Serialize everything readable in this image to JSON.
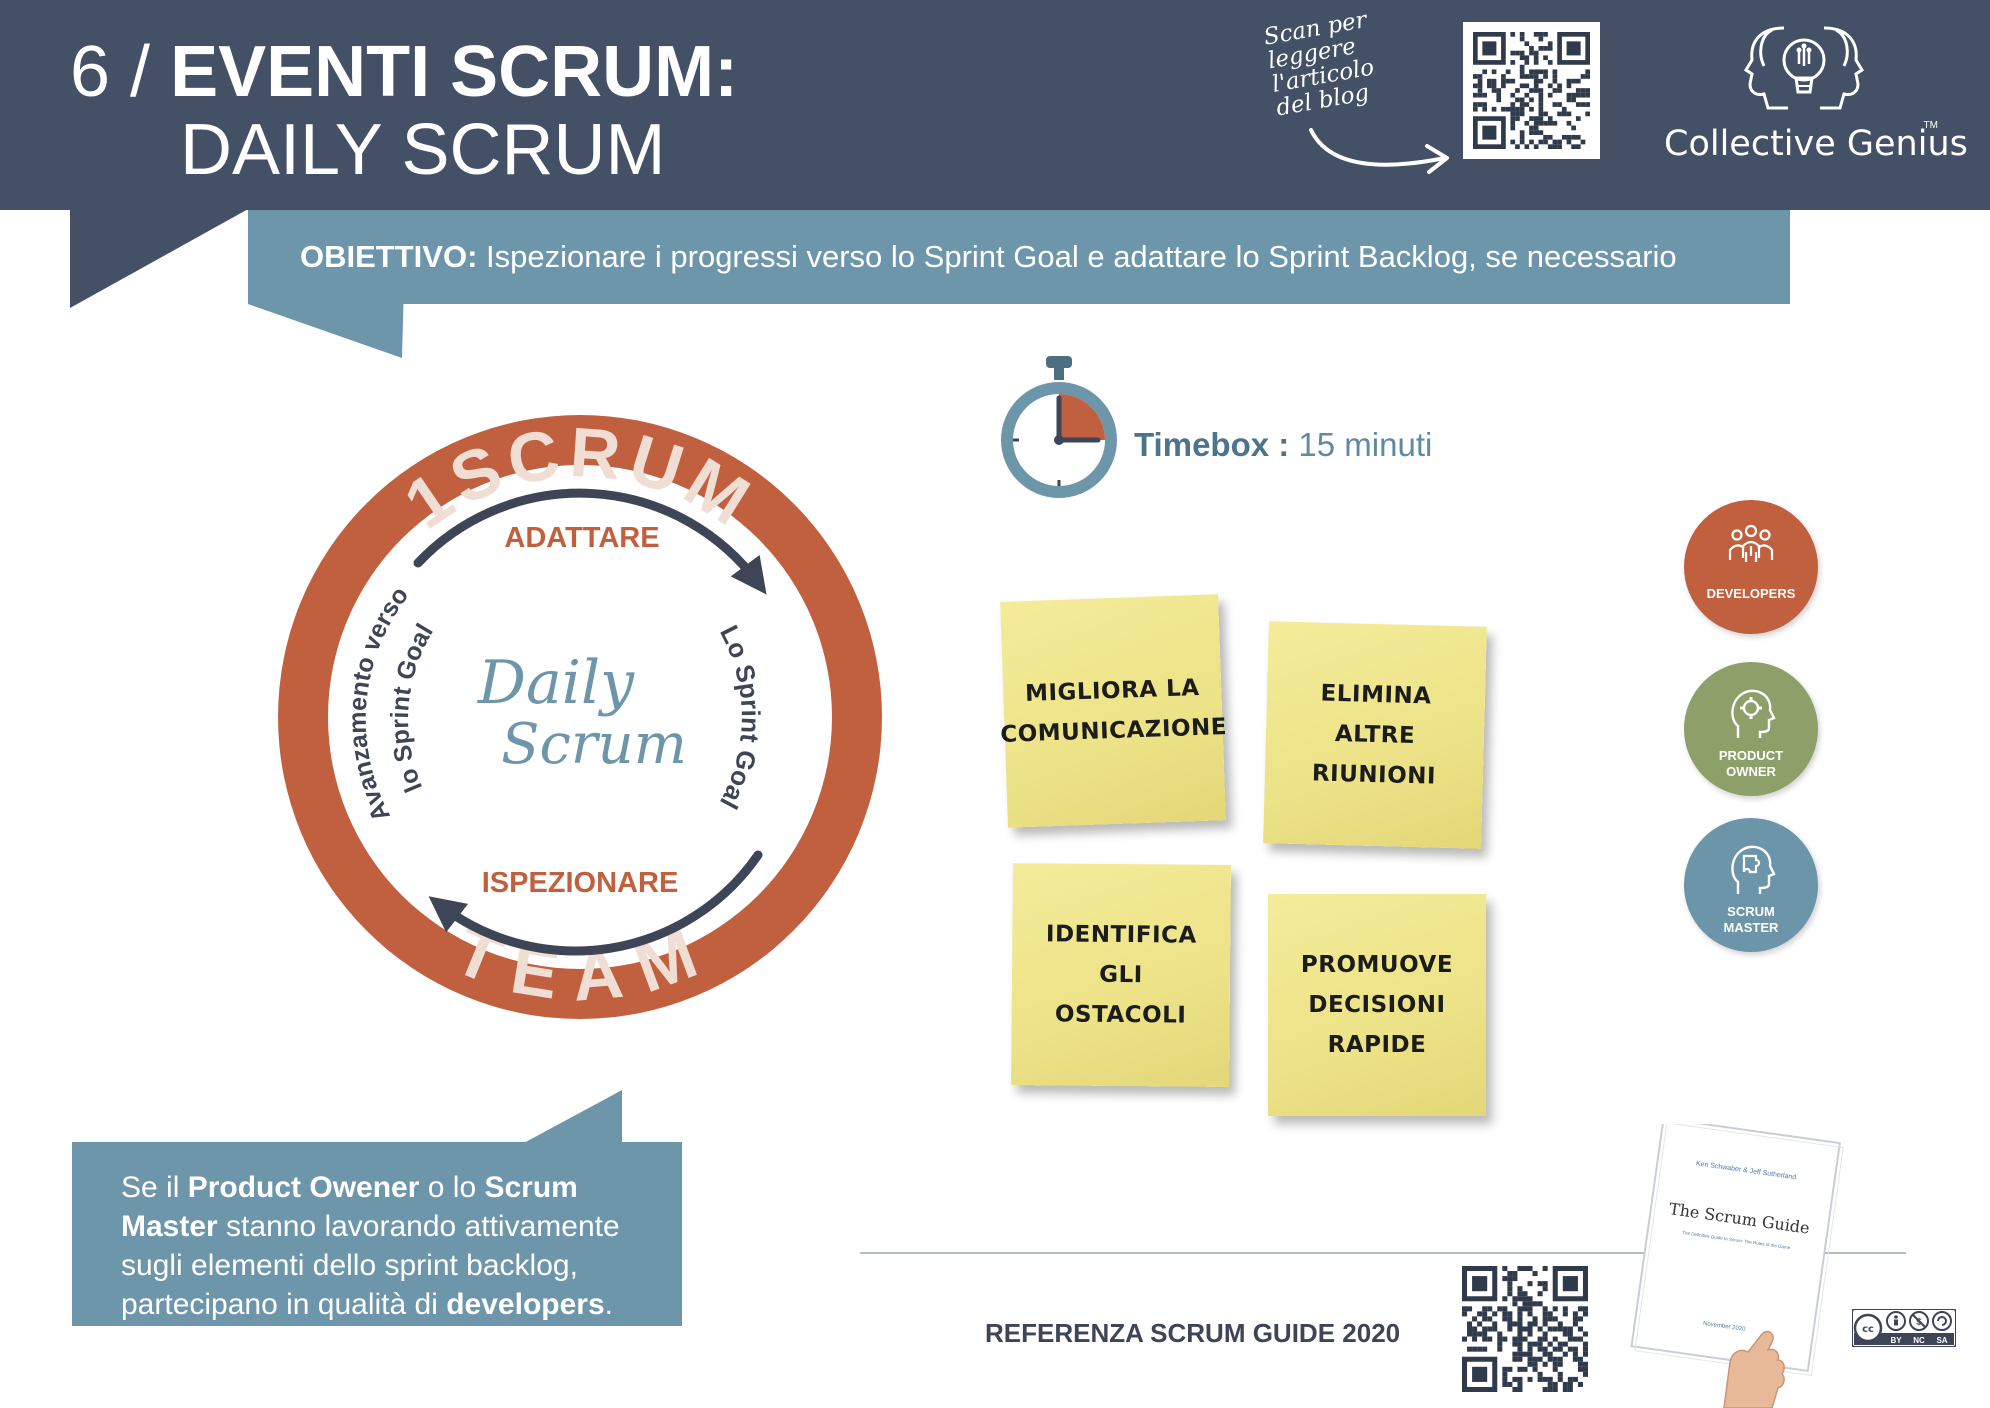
{
  "header": {
    "number": "6 /",
    "title_bold": "EVENTI SCRUM:",
    "title_sub": "DAILY SCRUM",
    "scan_text": [
      "Scan per",
      "leggere",
      "l'articolo",
      "del blog"
    ],
    "logo_text": "Collective Genius",
    "logo_tm": "TM"
  },
  "objective": {
    "label": "OBIETTIVO:",
    "text": " Ispezionare i progressi verso lo Sprint Goal e adattare lo Sprint Backlog, se necessario"
  },
  "cycle": {
    "ring_top": "1SCRUM",
    "ring_bottom": "TEAM",
    "adapt": "ADATTARE",
    "inspect": "ISPEZIONARE",
    "right_arc": "Lo Sprint Goal",
    "left_arc_outer": "Avanzamento verso",
    "left_arc_inner": "lo Sprint Goal",
    "center_line1": "Daily",
    "center_line2": "Scrum"
  },
  "timebox": {
    "label": "Timebox :",
    "value": " 15 minuti"
  },
  "notes": [
    {
      "line1": "MIGLIORA LA",
      "line2": "COMUNICAZIONE"
    },
    {
      "line1": "ELIMINA",
      "line2": "ALTRE RIUNIONI"
    },
    {
      "line1": "IDENTIFICA GLI",
      "line2": "OSTACOLI"
    },
    {
      "line1": "PROMUOVE",
      "line2": "DECISIONI RAPIDE"
    }
  ],
  "roles": {
    "developers": "DEVELOPERS",
    "product_owner_1": "PRODUCT",
    "product_owner_2": "OWNER",
    "scrum_master_1": "SCRUM",
    "scrum_master_2": "MASTER"
  },
  "callout": {
    "t1": "Se il ",
    "b1": "Product Owener",
    "t2": " o lo ",
    "b2": "Scrum Master",
    "t3": " stanno lavorando attivamente sugli elementi dello sprint backlog, partecipano in qualità di ",
    "b3": "developers",
    "t4": "."
  },
  "footer": {
    "reference": "REFERENZA SCRUM GUIDE 2020",
    "book_authors": "Ken Schwaber & Jeff Sutherland",
    "book_title": "The Scrum Guide",
    "book_subtitle": "The Definitive Guide to Scrum: The Rules of the Game",
    "book_date": "November 2020",
    "cc_by": "BY",
    "cc_nc": "NC",
    "cc_sa": "SA"
  },
  "colors": {
    "header_bg": "#435065",
    "accent_blue": "#6e96ab",
    "ring_orange": "#c1603f",
    "po_green": "#8da06a",
    "note_yellow": "#f1e68f"
  }
}
